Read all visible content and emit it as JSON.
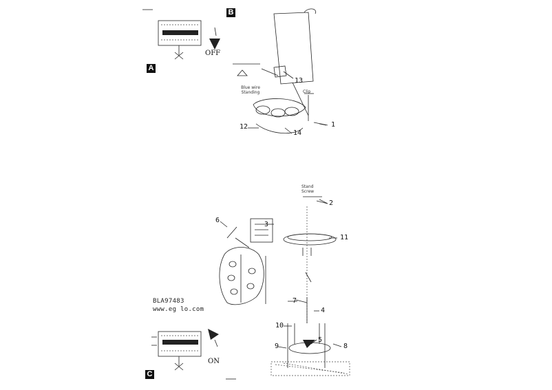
{
  "panels": {
    "a": {
      "badge": "A",
      "switch_state": "OFF"
    },
    "b": {
      "badge": "B",
      "warning_text": "Blue wire\nStanding"
    },
    "c": {
      "badge": "C",
      "switch_state": "ON"
    }
  },
  "product": {
    "code": "BLA97483",
    "website": "www.eg lo.com"
  },
  "callouts": {
    "n1": "1",
    "n2": "2",
    "n3": "3",
    "n4": "4",
    "n5": "5",
    "n6": "6",
    "n7": "7",
    "n8": "8",
    "n9": "9",
    "n10": "10",
    "n11": "11",
    "n12": "12",
    "n13": "13",
    "n14": "14"
  },
  "small_text": {
    "clip_b": "Clip",
    "screw": "Stand\nScrew"
  },
  "colors": {
    "ink": "#222222",
    "badge_bg": "#111111",
    "badge_fg": "#ffffff"
  }
}
